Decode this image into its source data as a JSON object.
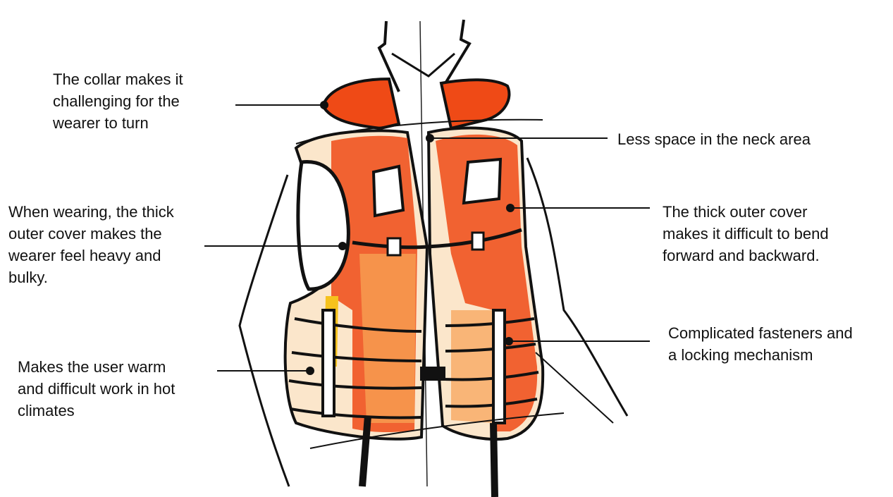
{
  "colors": {
    "ink": "#111111",
    "vest_orange": "#ef4a16",
    "vest_light": "#f8a052",
    "vest_cream": "#fbe6cb",
    "vest_yellow": "#f6c21d"
  },
  "annotations": [
    {
      "id": "collar",
      "lines": [
        "The collar makes it",
        "challenging for the",
        "wearer to turn"
      ]
    },
    {
      "id": "neck",
      "lines": [
        "Less space in the neck area"
      ]
    },
    {
      "id": "thick-cover-heavy",
      "lines": [
        "When wearing, the thick",
        "outer cover makes the",
        "wearer feel heavy and",
        "bulky."
      ]
    },
    {
      "id": "thick-cover-bend",
      "lines": [
        "The thick outer cover",
        "makes it difficult to bend",
        "forward and backward."
      ]
    },
    {
      "id": "fasteners",
      "lines": [
        "Complicated fasteners and",
        "a locking mechanism"
      ]
    },
    {
      "id": "warm",
      "lines": [
        "Makes the user warm",
        "and difficult work in hot",
        "climates"
      ]
    }
  ]
}
